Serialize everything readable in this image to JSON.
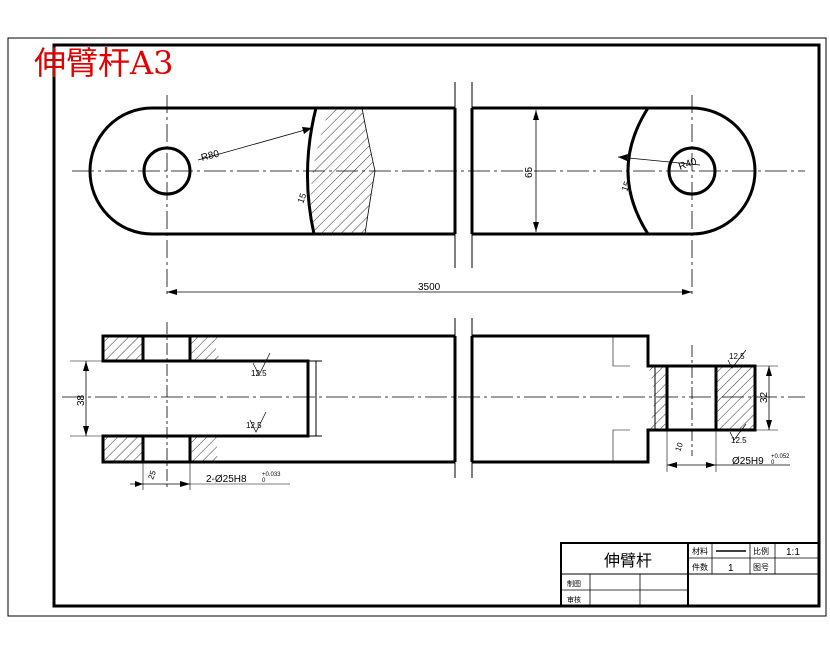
{
  "sheet": {
    "red_title": "伸臂杆A3",
    "red_color": "#e00000"
  },
  "title_block": {
    "part_name": "伸臂杆",
    "material_label": "材料",
    "scale_label": "比例",
    "scale_value": "1:1",
    "count_label": "件数",
    "count_value": "1",
    "drawing_no_label": "图号",
    "drafter_label": "制图",
    "checker_label": "审核"
  },
  "front_view": {
    "radius_left": "R80",
    "radius_right": "R40",
    "edge_left": "15",
    "edge_right": "15",
    "height": "65"
  },
  "overall_length": "3500",
  "section_view": {
    "left_height": "38",
    "right_height": "32",
    "rough_1": "12.5",
    "rough_2": "12.5",
    "rough_3": "12.5",
    "rough_4": "12.5",
    "pin_spacing": "25",
    "right_gap": "10",
    "hole_left": "2-Ø25H8",
    "hole_left_tol": "+0.033",
    "hole_left_tol0": "0",
    "hole_right": "Ø25H9",
    "hole_right_tol": "+0.052",
    "hole_right_tol0": "0"
  }
}
